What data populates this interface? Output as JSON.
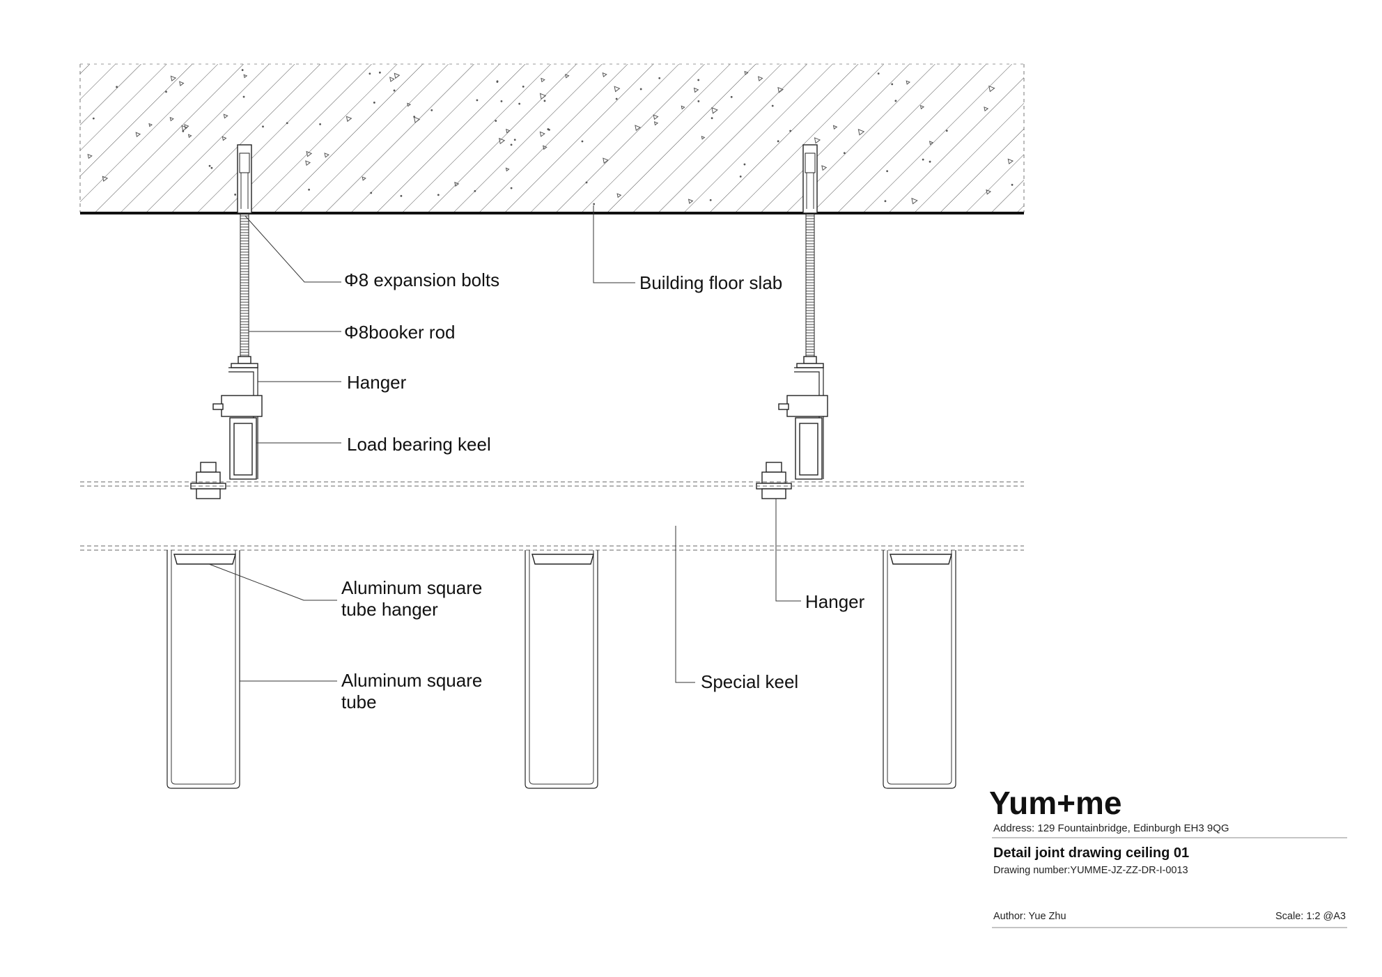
{
  "labels": {
    "expansion_bolts": "Φ8 expansion bolts",
    "floor_slab": "Building floor slab",
    "booker_rod": "Φ8booker rod",
    "hanger_top": "Hanger",
    "load_keel": "Load bearing keel",
    "tube_hanger_line1": "Aluminum square",
    "tube_hanger_line2": "tube hanger",
    "hanger_right": "Hanger",
    "tube_line1": "Aluminum square",
    "tube_line2": "tube",
    "special_keel": "Special keel"
  },
  "title_block": {
    "brand": "Yum+me",
    "address": "Address: 129 Fountainbridge, Edinburgh EH3 9QG",
    "title": "Detail joint drawing ceiling 01",
    "drawing_number": "Drawing number:YUMME-JZ-ZZ-DR-I-0013",
    "author": "Author: Yue Zhu",
    "scale": "Scale: 1:2 @A3"
  }
}
